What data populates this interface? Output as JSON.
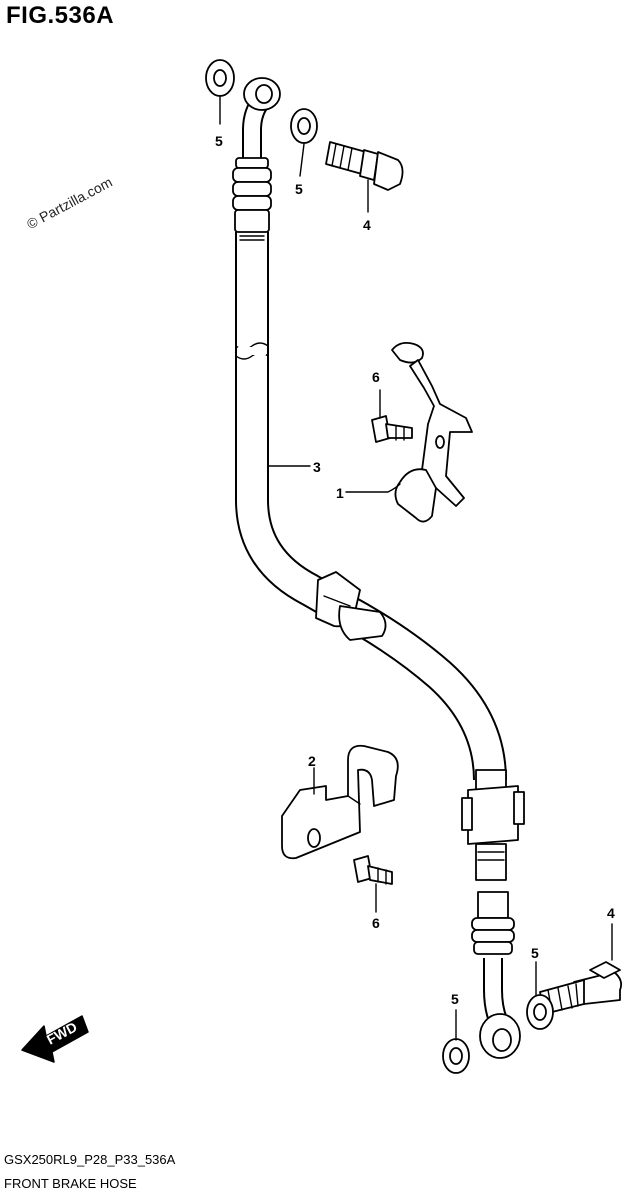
{
  "figure": {
    "title": "FIG.536A",
    "watermark": "© Partzilla.com",
    "model_code": "GSX250RL9_P28_P33_536A",
    "caption": "FRONT BRAKE HOSE"
  },
  "callouts": {
    "c1": "1",
    "c2": "2",
    "c3": "3",
    "c4a": "4",
    "c4b": "4",
    "c5a": "5",
    "c5b": "5",
    "c5c": "5",
    "c5d": "5",
    "c6a": "6",
    "c6b": "6"
  },
  "fwd_label": "FWD"
}
